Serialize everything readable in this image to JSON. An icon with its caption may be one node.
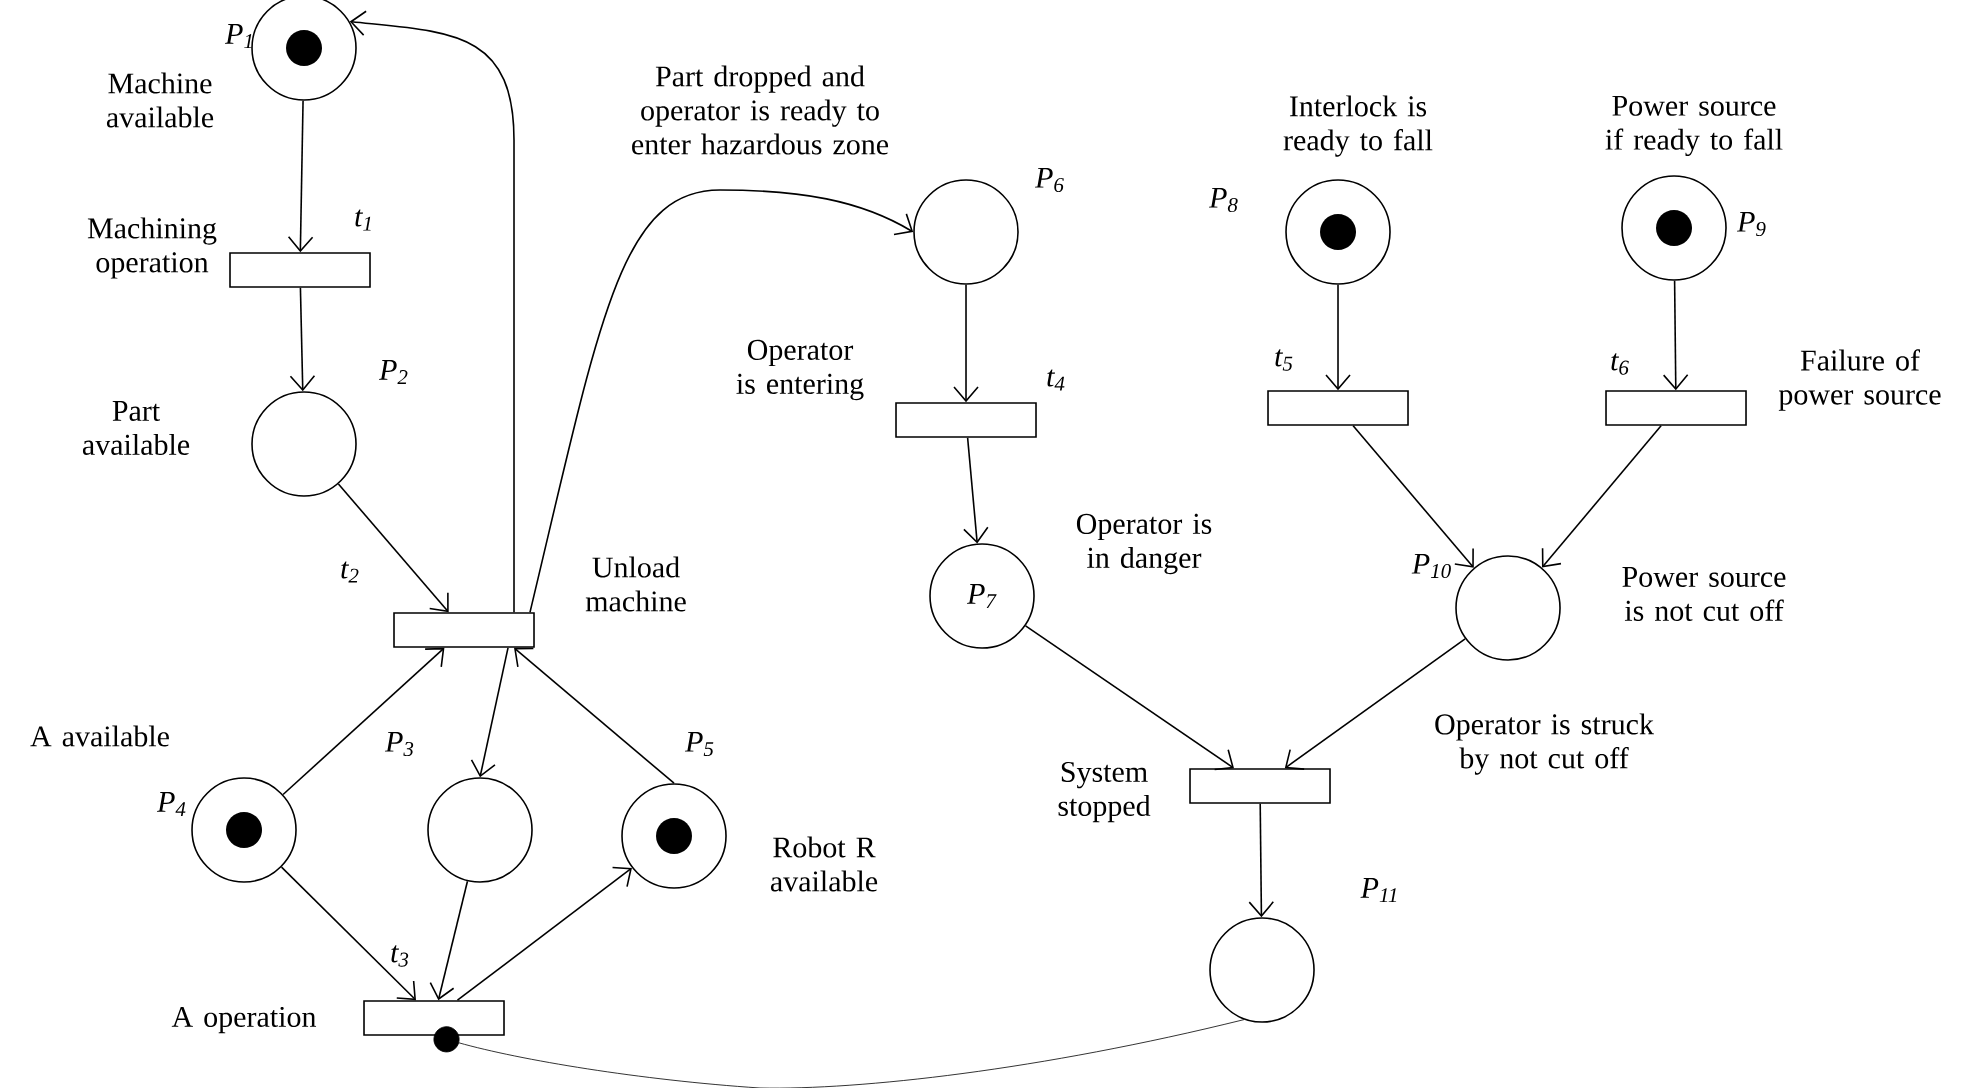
{
  "diagram": {
    "nodes": [
      {
        "text": [],
        "shape": "circle",
        "beside": [
          "P$_{1}$",
          "Machine available"
        ]
      },
      {
        "text": [],
        "shape": "bar",
        "beside": [
          "t$_{1}$",
          "Machining operation"
        ]
      },
      {
        "text": [],
        "shape": "circle",
        "beside": [
          "P$_{2}$",
          "Part available"
        ]
      },
      {
        "text": [],
        "shape": "bar",
        "beside": [
          "t$_{2}$",
          "Unload machine"
        ]
      },
      {
        "text": [],
        "shape": "circle",
        "beside": [
          "P$_{4}$",
          "A available"
        ]
      },
      {
        "text": [],
        "shape": "circle",
        "beside": [
          "P$_{3}$"
        ]
      },
      {
        "text": [],
        "shape": "circle",
        "beside": [
          "P$_{5}$",
          "Robot R available"
        ]
      },
      {
        "text": [],
        "shape": "bar",
        "beside": [
          "t$_{3}$",
          "A operation"
        ]
      },
      {
        "text": [],
        "shape": "circle",
        "beside": [
          "P$_{6}$"
        ]
      },
      {
        "text": [],
        "shape": "bar",
        "beside": [
          "t$_{4}$",
          "Operator is entering"
        ]
      },
      {
        "text": [
          "P$_{7}$"
        ],
        "beside": [
          "Operator is in danger"
        ]
      },
      {
        "text": [],
        "shape": "bar",
        "beside": [
          "System stopped"
        ]
      },
      {
        "text": [],
        "shape": "circle",
        "beside": [
          "P$_{8}$",
          "Interlock is ready to fall"
        ]
      },
      {
        "text": [],
        "shape": "circle",
        "beside": [
          "P$_{9}$",
          "Power source if ready to fall"
        ]
      },
      {
        "text": [],
        "shape": "bar",
        "beside": [
          "t$_{5}$"
        ]
      },
      {
        "text": [],
        "shape": "bar",
        "beside": [
          "t$_{6}$",
          "Failure of power source"
        ]
      },
      {
        "text": [],
        "shape": "circle",
        "beside": [
          "P$_{10}$",
          "Power source is not cut off"
        ]
      },
      {
        "text": [],
        "shape": "circle",
        "beside": [
          "P$_{11}$"
        ]
      }
    ],
    "edges": [
      {
        "from": 0,
        "to": 1,
        "arrow": "to"
      },
      {
        "from": 1,
        "to": 2,
        "arrow": "to"
      },
      {
        "from": 2,
        "to": 3,
        "arrow": "to"
      },
      {
        "from": 3,
        "to": 0,
        "arrow": "to"
      },
      {
        "from": 4,
        "to": 3,
        "arrow": "to"
      },
      {
        "from": 3,
        "to": 5,
        "arrow": "to"
      },
      {
        "from": 6,
        "to": 3,
        "arrow": "to"
      },
      {
        "from": 4,
        "to": 7,
        "arrow": "to"
      },
      {
        "from": 5,
        "to": 7,
        "arrow": "to"
      },
      {
        "from": 7,
        "to": 6,
        "arrow": "to"
      },
      {
        "from": 3,
        "to": 8,
        "arrow": "to",
        "label": "Part dropped and operator is ready to enter hazardous zone"
      },
      {
        "from": 8,
        "to": 9,
        "arrow": "to"
      },
      {
        "from": 9,
        "to": 10,
        "arrow": "to"
      },
      {
        "from": 10,
        "to": 11,
        "arrow": "to"
      },
      {
        "from": 12,
        "to": 14,
        "arrow": "to"
      },
      {
        "from": 13,
        "to": 15,
        "arrow": "to"
      },
      {
        "from": 14,
        "to": 16,
        "arrow": "to"
      },
      {
        "from": 15,
        "to": 16,
        "arrow": "to"
      },
      {
        "from": 16,
        "to": 11,
        "arrow": "to",
        "label": "Operator is struck by not cut off"
      },
      {
        "from": 11,
        "to": 17,
        "arrow": "to"
      },
      {
        "from": 17,
        "to": 7,
        "arrow": "other"
      }
    ]
  }
}
